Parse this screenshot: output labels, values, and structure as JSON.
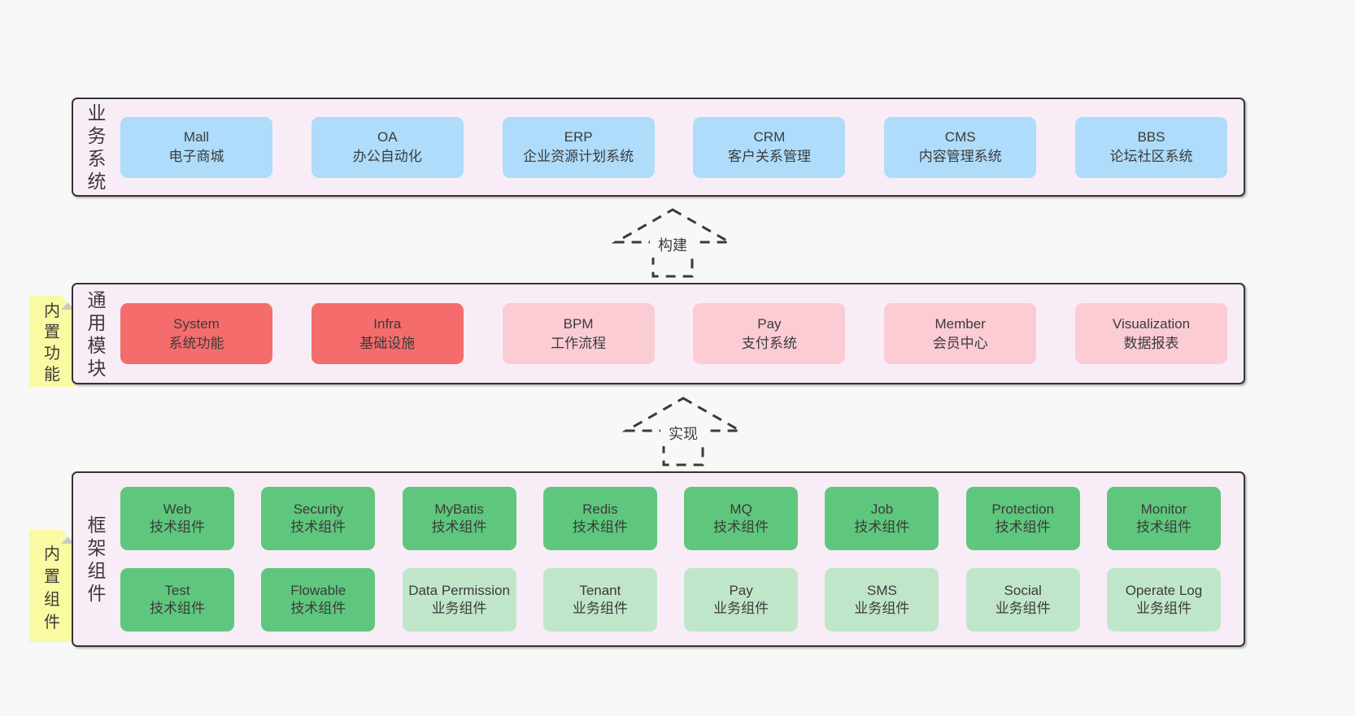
{
  "colors": {
    "page_bg": "#f8f8f8",
    "section_bg": "#f8edf6",
    "ink": "#3b3b3b",
    "border": "#333333",
    "blue": "#aedcfa",
    "red": "#f56c6c",
    "pink": "#fcccd4",
    "green": "#5fc77d",
    "green_light": "#c0e6ca",
    "sticky": "#fafaa2",
    "fold": "#c8c8c8"
  },
  "arrows": [
    {
      "label": "构建"
    },
    {
      "label": "实现"
    }
  ],
  "sections": [
    {
      "name": "business-systems",
      "label": "业务系统",
      "sticky": null,
      "rows": [
        [
          {
            "title": "Mall",
            "subtitle": "电子商城",
            "variant": "blue"
          },
          {
            "title": "OA",
            "subtitle": "办公自动化",
            "variant": "blue"
          },
          {
            "title": "ERP",
            "subtitle": "企业资源计划系统",
            "variant": "blue"
          },
          {
            "title": "CRM",
            "subtitle": "客户关系管理",
            "variant": "blue"
          },
          {
            "title": "CMS",
            "subtitle": "内容管理系统",
            "variant": "blue"
          },
          {
            "title": "BBS",
            "subtitle": "论坛社区系统",
            "variant": "blue"
          }
        ]
      ]
    },
    {
      "name": "common-modules",
      "label": "通用模块",
      "sticky": "内置功能",
      "rows": [
        [
          {
            "title": "System",
            "subtitle": "系统功能",
            "variant": "red"
          },
          {
            "title": "Infra",
            "subtitle": "基础设施",
            "variant": "red"
          },
          {
            "title": "BPM",
            "subtitle": "工作流程",
            "variant": "pink"
          },
          {
            "title": "Pay",
            "subtitle": "支付系统",
            "variant": "pink"
          },
          {
            "title": "Member",
            "subtitle": "会员中心",
            "variant": "pink"
          },
          {
            "title": "Visualization",
            "subtitle": "数据报表",
            "variant": "pink"
          }
        ]
      ]
    },
    {
      "name": "framework-components",
      "label": "框架组件",
      "sticky": "内置组件",
      "rows": [
        [
          {
            "title": "Web",
            "subtitle": "技术组件",
            "variant": "green"
          },
          {
            "title": "Security",
            "subtitle": "技术组件",
            "variant": "green"
          },
          {
            "title": "MyBatis",
            "subtitle": "技术组件",
            "variant": "green"
          },
          {
            "title": "Redis",
            "subtitle": "技术组件",
            "variant": "green"
          },
          {
            "title": "MQ",
            "subtitle": "技术组件",
            "variant": "green"
          },
          {
            "title": "Job",
            "subtitle": "技术组件",
            "variant": "green"
          },
          {
            "title": "Protection",
            "subtitle": "技术组件",
            "variant": "green"
          },
          {
            "title": "Monitor",
            "subtitle": "技术组件",
            "variant": "green"
          }
        ],
        [
          {
            "title": "Test",
            "subtitle": "技术组件",
            "variant": "green"
          },
          {
            "title": "Flowable",
            "subtitle": "技术组件",
            "variant": "green"
          },
          {
            "title": "Data Permission",
            "subtitle": "业务组件",
            "variant": "green-light"
          },
          {
            "title": "Tenant",
            "subtitle": "业务组件",
            "variant": "green-light"
          },
          {
            "title": "Pay",
            "subtitle": "业务组件",
            "variant": "green-light"
          },
          {
            "title": "SMS",
            "subtitle": "业务组件",
            "variant": "green-light"
          },
          {
            "title": "Social",
            "subtitle": "业务组件",
            "variant": "green-light"
          },
          {
            "title": "Operate Log",
            "subtitle": "业务组件",
            "variant": "green-light"
          }
        ]
      ]
    }
  ]
}
